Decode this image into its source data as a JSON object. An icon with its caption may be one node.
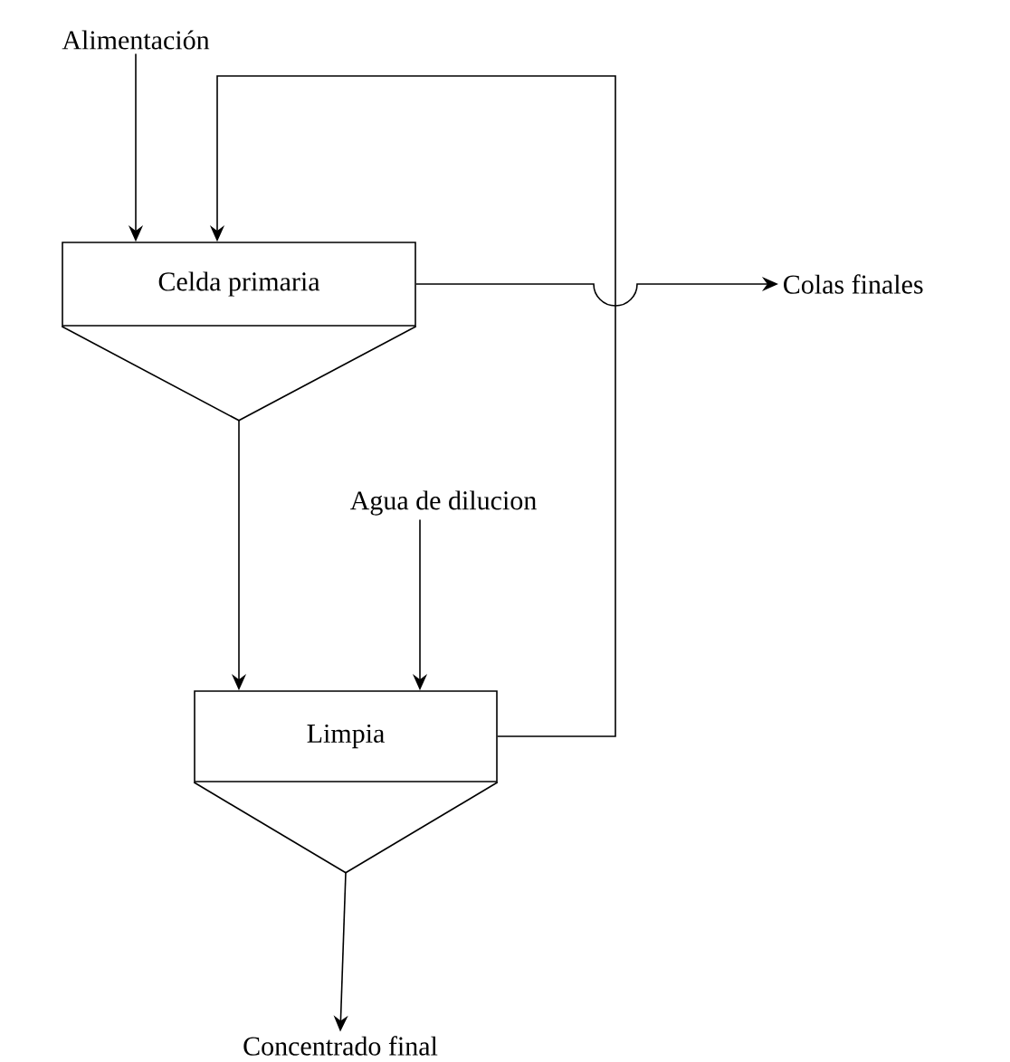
{
  "diagram": {
    "nodes": [
      {
        "text": [
          "Alimentación"
        ]
      },
      {
        "text": [
          "Celda primaria"
        ]
      },
      {
        "text": [
          "Colas finales"
        ]
      },
      {
        "text": [
          "Agua de dilucion"
        ]
      },
      {
        "text": [
          "Limpia"
        ]
      },
      {
        "text": [
          "Concentrado final"
        ]
      }
    ],
    "edges": [
      {
        "from": 0,
        "to": 1,
        "arrow": "to"
      },
      {
        "from": 1,
        "to": 2,
        "arrow": "to"
      },
      {
        "from": 1,
        "to": 4,
        "arrow": "to"
      },
      {
        "from": 3,
        "to": 4,
        "arrow": "to"
      },
      {
        "from": 4,
        "to": 1,
        "arrow": "to"
      },
      {
        "from": 4,
        "to": 5,
        "arrow": "to"
      }
    ]
  }
}
